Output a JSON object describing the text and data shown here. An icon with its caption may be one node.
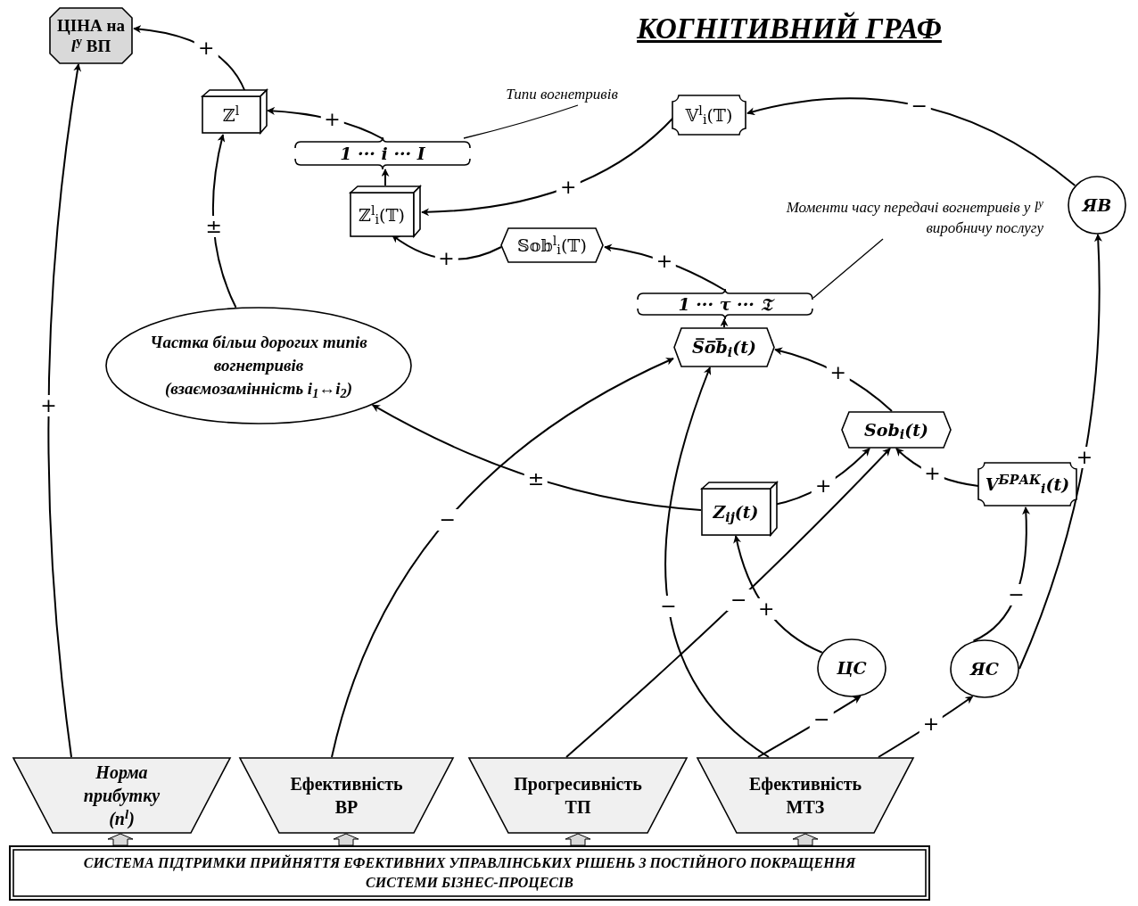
{
  "diagram": {
    "title": "КОГНІТИВНИЙ ГРАФ",
    "nodes": [
      {
        "text": [
          "ЦІНА на *l*$^{у}$ ВП"
        ]
      },
      {
        "text": [
          "ℤ$^{l}$"
        ]
      },
      {
        "text": [
          "1 ··· i ··· I"
        ]
      },
      {
        "text": [
          "ℤ$^{l}$$_{i}$(𝕋)"
        ]
      },
      {
        "text": [
          "𝕍$^{l}$$_{i}$(𝕋)"
        ]
      },
      {
        "text": [
          "𝕊𝕠𝕓$^{l}$$_{i}$(𝕋)"
        ]
      },
      {
        "text": [
          "1 ··· τ ··· 𝔗"
        ]
      },
      {
        "text": [
          "S̅o̅b̅$_{i}$(t)"
        ]
      },
      {
        "text": [
          "Sob$_{i}$(t)"
        ]
      },
      {
        "text": [
          "Частка більш дорогих типів вогнетривів (взаємозамінність i$_{1}$↔i$_{2}$)"
        ]
      },
      {
        "text": [
          "Z$_{ij}$(t)"
        ]
      },
      {
        "text": [
          "V$^{БРАК}$$_{i}$(t)"
        ]
      },
      {
        "text": [
          "ЯВ"
        ]
      },
      {
        "text": [
          "ЦС"
        ]
      },
      {
        "text": [
          "ЯС"
        ]
      },
      {
        "text": [
          "Норма прибутку (n$^{l}$)"
        ]
      },
      {
        "text": [
          "Ефективність ВР"
        ]
      },
      {
        "text": [
          "Прогресивність ТП"
        ]
      },
      {
        "text": [
          "Ефективність МТЗ"
        ]
      },
      {
        "text": [
          "СИСТЕМА ПІДТРИМКИ ПРИЙНЯТТЯ ЕФЕКТИВНИХ УПРАВЛІНСЬКИХ РІШЕНЬ З ПОСТІЙНОГО ПОКРАЩЕННЯ СИСТЕМИ БІЗНЕС-ПРОЦЕСІВ"
        ]
      },
      {
        "text": [
          "Типи вогнетривів"
        ]
      },
      {
        "text": [
          "Моменти часу передачі вогнетривів у l$^{у}$ виробничу послугу"
        ]
      }
    ],
    "edges": [
      {
        "from": 15,
        "to": 0,
        "arrow": "to",
        "label": "+"
      },
      {
        "from": 1,
        "to": 0,
        "arrow": "to",
        "label": "+"
      },
      {
        "from": 2,
        "to": 1,
        "arrow": "to",
        "label": "+"
      },
      {
        "from": 3,
        "to": 2,
        "arrow": "to"
      },
      {
        "from": 9,
        "to": 1,
        "arrow": "to",
        "label": "±"
      },
      {
        "from": 4,
        "to": 3,
        "arrow": "to",
        "label": "+"
      },
      {
        "from": 12,
        "to": 4,
        "arrow": "to",
        "label": "−"
      },
      {
        "from": 5,
        "to": 3,
        "arrow": "to",
        "label": "+"
      },
      {
        "from": 6,
        "to": 5,
        "arrow": "to",
        "label": "+"
      },
      {
        "from": 7,
        "to": 6,
        "arrow": "to"
      },
      {
        "from": 8,
        "to": 7,
        "arrow": "to",
        "label": "+"
      },
      {
        "from": 16,
        "to": 7,
        "arrow": "to",
        "label": "−"
      },
      {
        "from": 18,
        "to": 7,
        "arrow": "to",
        "label": "−"
      },
      {
        "from": 17,
        "to": 8,
        "arrow": "to",
        "label": "−"
      },
      {
        "from": 10,
        "to": 8,
        "arrow": "to",
        "label": "+"
      },
      {
        "from": 11,
        "to": 8,
        "arrow": "to",
        "label": "+"
      },
      {
        "from": 10,
        "to": 9,
        "arrow": "to",
        "label": "±"
      },
      {
        "from": 13,
        "to": 10,
        "arrow": "to",
        "label": "+"
      },
      {
        "from": 14,
        "to": 11,
        "arrow": "to",
        "label": "−"
      },
      {
        "from": 14,
        "to": 12,
        "arrow": "to",
        "label": "+"
      },
      {
        "from": 18,
        "to": 13,
        "arrow": "to",
        "label": "−"
      },
      {
        "from": 18,
        "to": 14,
        "arrow": "to",
        "label": "+"
      },
      {
        "from": 20,
        "to": 2,
        "arrow": "none"
      },
      {
        "from": 21,
        "to": 6,
        "arrow": "none"
      },
      {
        "from": 19,
        "to": 15,
        "arrow": "to",
        "style": "thick",
        "color": "#d9d9d9"
      },
      {
        "from": 19,
        "to": 16,
        "arrow": "to",
        "style": "thick",
        "color": "#d9d9d9"
      },
      {
        "from": 19,
        "to": 17,
        "arrow": "to",
        "style": "thick",
        "color": "#d9d9d9"
      },
      {
        "from": 19,
        "to": 18,
        "arrow": "to",
        "style": "thick",
        "color": "#d9d9d9"
      }
    ]
  }
}
